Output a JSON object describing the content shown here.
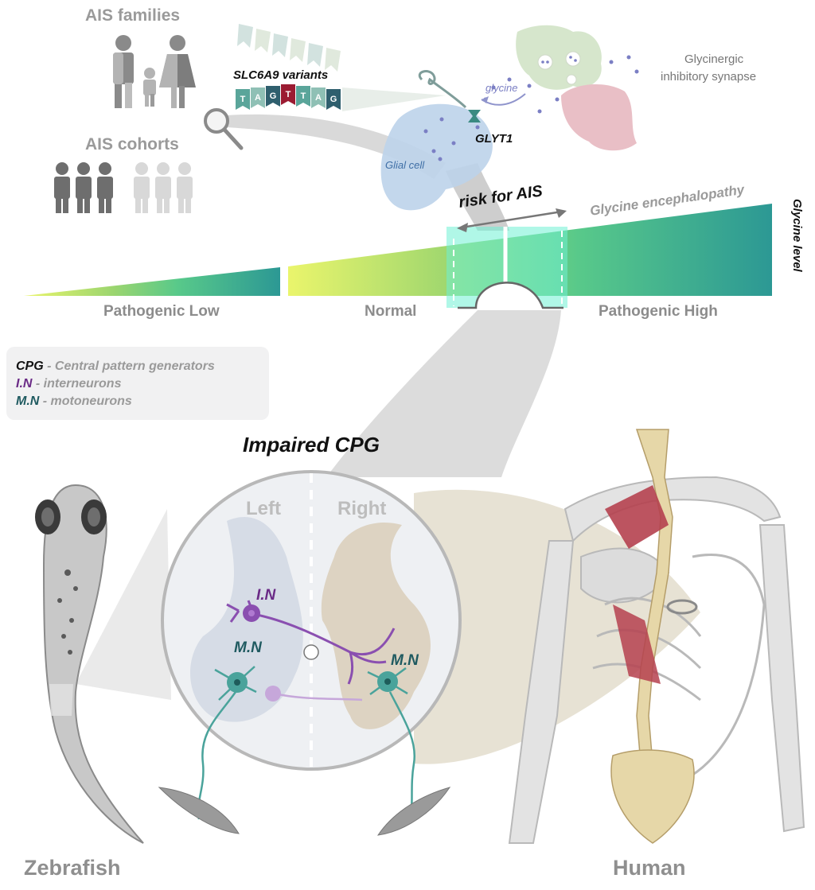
{
  "top_left": {
    "families_title": "AIS families",
    "cohorts_title": "AIS cohorts"
  },
  "gene": {
    "variants_label": "SLC6A9 variants",
    "sequence": [
      "T",
      "A",
      "G",
      "T",
      "T",
      "A",
      "G"
    ],
    "sequence_colors": [
      "#5aa59a",
      "#8fc0b5",
      "#2f5f6e",
      "#9b1b32",
      "#5aa59a",
      "#8fc0b5",
      "#2f5f6e"
    ]
  },
  "synapse": {
    "glycine_label": "glycine",
    "glyt1_label": "GLYT1",
    "glial_label": "Glial cell",
    "synapse_title_line1": "Glycinergic",
    "synapse_title_line2": "inhibitory synapse"
  },
  "gradient": {
    "risk_label": "risk for AIS",
    "encephalopathy_label": "Glycine encephalopathy",
    "level_label": "Glycine level",
    "low_label": "Pathogenic Low",
    "normal_label": "Normal",
    "high_label": "Pathogenic High",
    "colors": {
      "low": "#e4f265",
      "mid": "#5fcc8a",
      "high": "#2e9b96",
      "highlight": "#6ff0d3"
    }
  },
  "legend": {
    "rows": [
      {
        "abbr": "CPG",
        "desc": " - Central pattern generators",
        "color": "#111111"
      },
      {
        "abbr": "I.N",
        "desc": " - interneurons",
        "color": "#6a2a86"
      },
      {
        "abbr": "M.N",
        "desc": " - motoneurons",
        "color": "#1f5a60"
      }
    ]
  },
  "cpg": {
    "title": "Impaired CPG",
    "left_label": "Left",
    "right_label": "Right",
    "in_label": "I.N",
    "mn_left_label": "M.N",
    "mn_right_label": "M.N",
    "colors": {
      "interneuron": "#8a4fb0",
      "motoneuron": "#4aa39b"
    }
  },
  "organisms": {
    "zebrafish_label": "Zebrafish",
    "human_label": "Human"
  }
}
